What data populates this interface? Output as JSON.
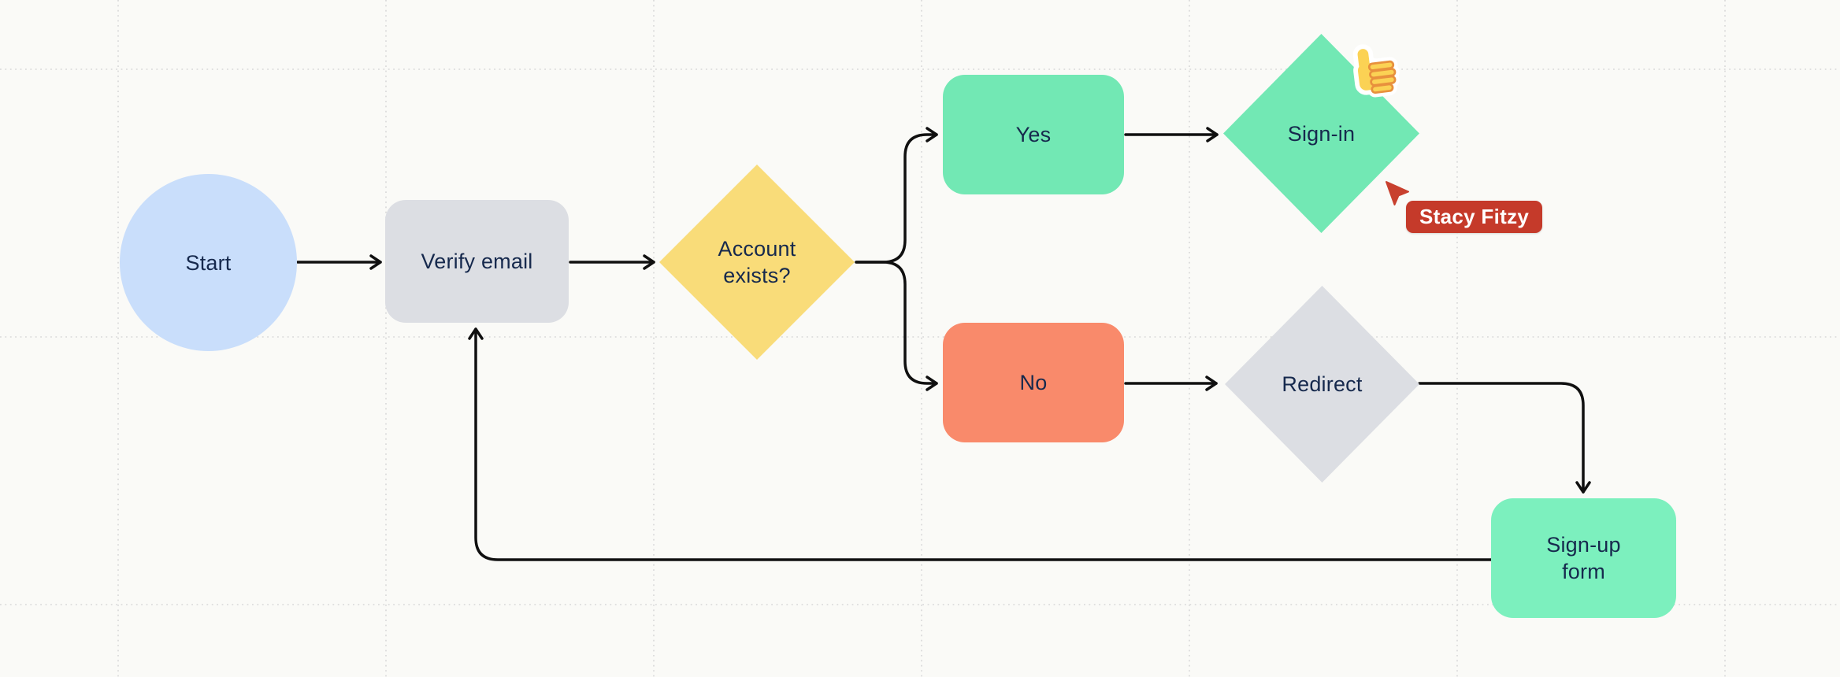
{
  "canvas": {
    "background_color": "#FAFAF7",
    "grid_color": "#D8D8D8"
  },
  "flowchart": {
    "text_color": "#16294D",
    "connector_color": "#101010",
    "nodes": [
      {
        "id": "start",
        "label": "Start",
        "shape": "circle",
        "color": "#C9DEFB"
      },
      {
        "id": "verify-email",
        "label": "Verify email",
        "shape": "rounded-rectangle",
        "color": "#DCDEE3"
      },
      {
        "id": "account-exists",
        "label": "Account exists?",
        "shape": "diamond",
        "color": "#F9DC79"
      },
      {
        "id": "yes",
        "label": "Yes",
        "shape": "rounded-rectangle",
        "color": "#72E8B4"
      },
      {
        "id": "no",
        "label": "No",
        "shape": "rounded-rectangle",
        "color": "#F98A6B"
      },
      {
        "id": "sign-in",
        "label": "Sign-in",
        "shape": "diamond",
        "color": "#72E8B4"
      },
      {
        "id": "redirect",
        "label": "Redirect",
        "shape": "diamond",
        "color": "#DCDEE3"
      },
      {
        "id": "sign-up-form",
        "label": "Sign-up form",
        "shape": "rounded-rectangle",
        "color": "#7CF0BE"
      }
    ],
    "edges": [
      {
        "from": "start",
        "to": "verify-email"
      },
      {
        "from": "verify-email",
        "to": "account-exists"
      },
      {
        "from": "account-exists",
        "to": "yes"
      },
      {
        "from": "account-exists",
        "to": "no"
      },
      {
        "from": "yes",
        "to": "sign-in"
      },
      {
        "from": "no",
        "to": "redirect"
      },
      {
        "from": "redirect",
        "to": "sign-up-form"
      },
      {
        "from": "sign-up-form",
        "to": "verify-email"
      }
    ]
  },
  "collaborator": {
    "name": "Stacy Fitzy",
    "cursor_color": "#C8402E",
    "label_color": "#C53A2A",
    "label_text_color": "#FFFFFF"
  },
  "reaction": {
    "name": "thumbs-up-sticker",
    "body_color": "#FBD254",
    "finger_outline_color": "#E8913D",
    "sticker_color": "#FFFFFF"
  }
}
